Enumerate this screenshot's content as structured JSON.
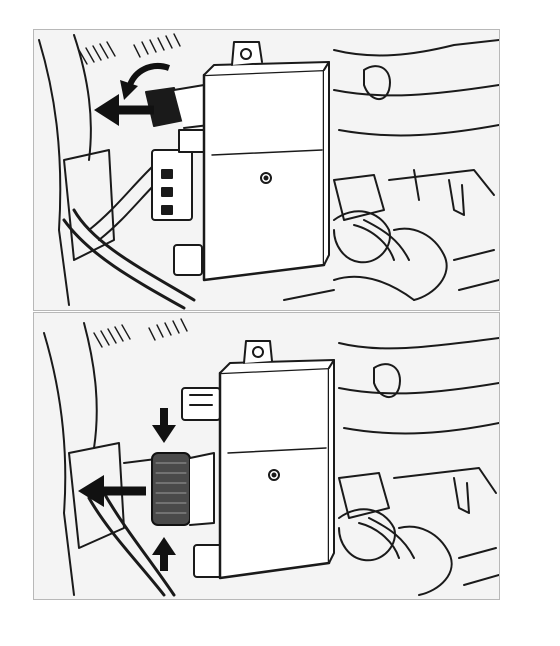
{
  "figure": {
    "panels": [
      {
        "id": "top",
        "step": "disconnect-upper-connector",
        "arrows": [
          {
            "kind": "push-left",
            "icon": "arrow-left-icon"
          },
          {
            "kind": "curved-pull",
            "icon": "curved-arrow-icon"
          }
        ]
      },
      {
        "id": "bottom",
        "step": "squeeze-and-remove-lower-connector",
        "arrows": [
          {
            "kind": "press-down",
            "icon": "arrow-down-icon"
          },
          {
            "kind": "press-up",
            "icon": "arrow-up-icon"
          },
          {
            "kind": "pull-left",
            "icon": "arrow-left-icon"
          }
        ]
      }
    ],
    "colors": {
      "ink": "#111111",
      "background": "#f4f4f4",
      "module": "#ffffff",
      "connector_highlight": "#555555"
    }
  }
}
